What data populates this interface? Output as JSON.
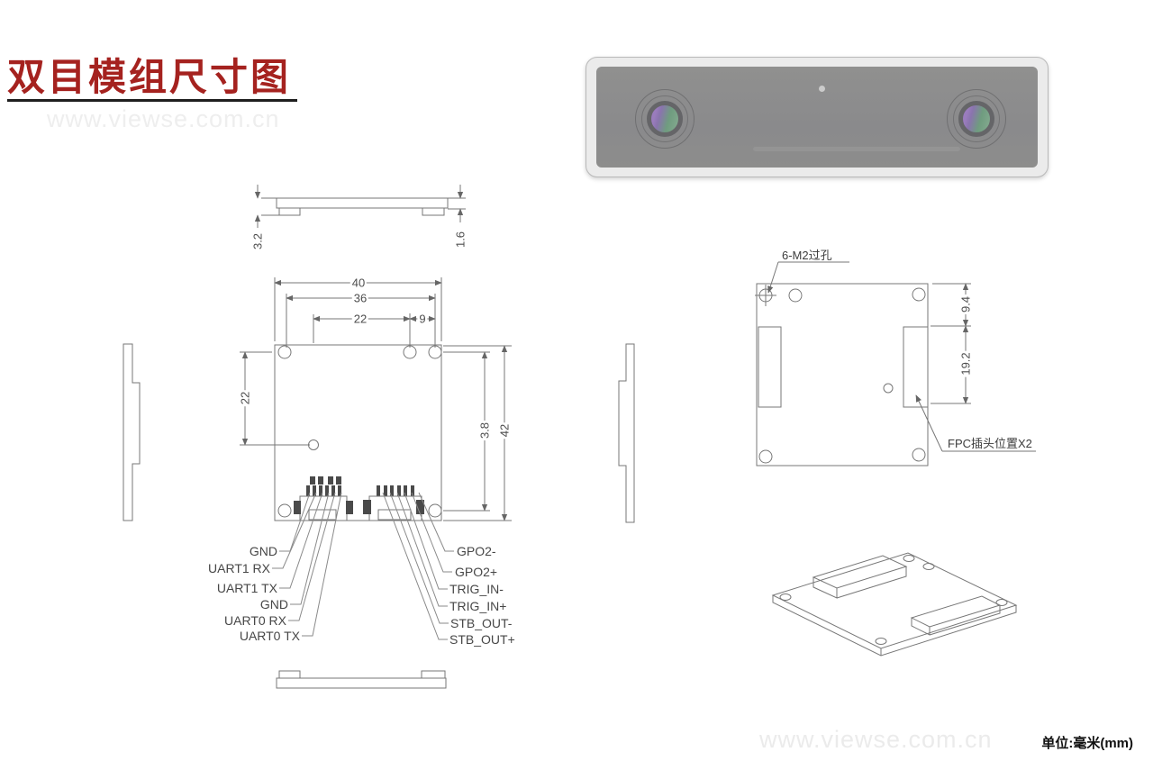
{
  "title": "双目模组尺寸图",
  "watermarks": {
    "top": "www.viewse.com.cn",
    "bottom": "www.viewse.com.cn"
  },
  "unit_note": "单位:毫米(mm)",
  "colors": {
    "title_red": "#a5221f",
    "line_gray": "#777777",
    "camera_face_gray": "#8d8d8f"
  },
  "views": {
    "top_profile": {
      "dims": {
        "total_thickness": "3.2",
        "board_thickness": "1.6"
      }
    },
    "front": {
      "dims": {
        "width_total": "40",
        "width_holes": "36",
        "width_left_span": "22",
        "width_right_span": "9",
        "height_left_span": "22",
        "height_holes": "3.8",
        "height_total": "42"
      },
      "pins_left": [
        "GND",
        "UART1 RX",
        "UART1 TX",
        "GND",
        "UART0 RX",
        "UART0 TX"
      ],
      "pins_right": [
        "GPO2-",
        "GPO2+",
        "TRIG_IN-",
        "TRIG_IN+",
        "STB_OUT-",
        "STB_OUT+"
      ]
    },
    "back": {
      "callouts": {
        "mounting_hole": "6-M2过孔",
        "fpc": "FPC插头位置X2"
      },
      "dims": {
        "top_offset": "9.4",
        "fpc_height": "19.2"
      }
    }
  }
}
